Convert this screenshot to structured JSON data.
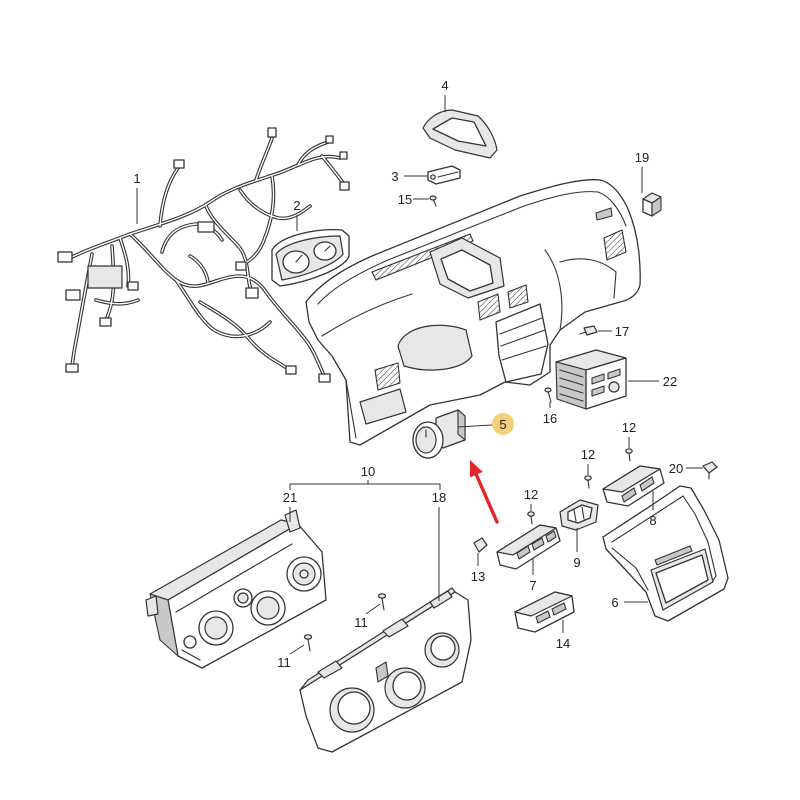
{
  "colors": {
    "ink": "#333333",
    "highlight": "#f2cf78",
    "arrow": "#e3262a",
    "background": "#ffffff"
  },
  "callouts": [
    {
      "label": "1"
    },
    {
      "label": "2"
    },
    {
      "label": "3"
    },
    {
      "label": "4"
    },
    {
      "label": "5"
    },
    {
      "label": "6"
    },
    {
      "label": "7"
    },
    {
      "label": "8"
    },
    {
      "label": "9"
    },
    {
      "label": "10"
    },
    {
      "label": "11"
    },
    {
      "label": "11"
    },
    {
      "label": "12"
    },
    {
      "label": "12"
    },
    {
      "label": "12"
    },
    {
      "label": "13"
    },
    {
      "label": "14"
    },
    {
      "label": "15"
    },
    {
      "label": "16"
    },
    {
      "label": "17"
    },
    {
      "label": "18"
    },
    {
      "label": "19"
    },
    {
      "label": "20"
    },
    {
      "label": "21"
    },
    {
      "label": "22"
    }
  ]
}
